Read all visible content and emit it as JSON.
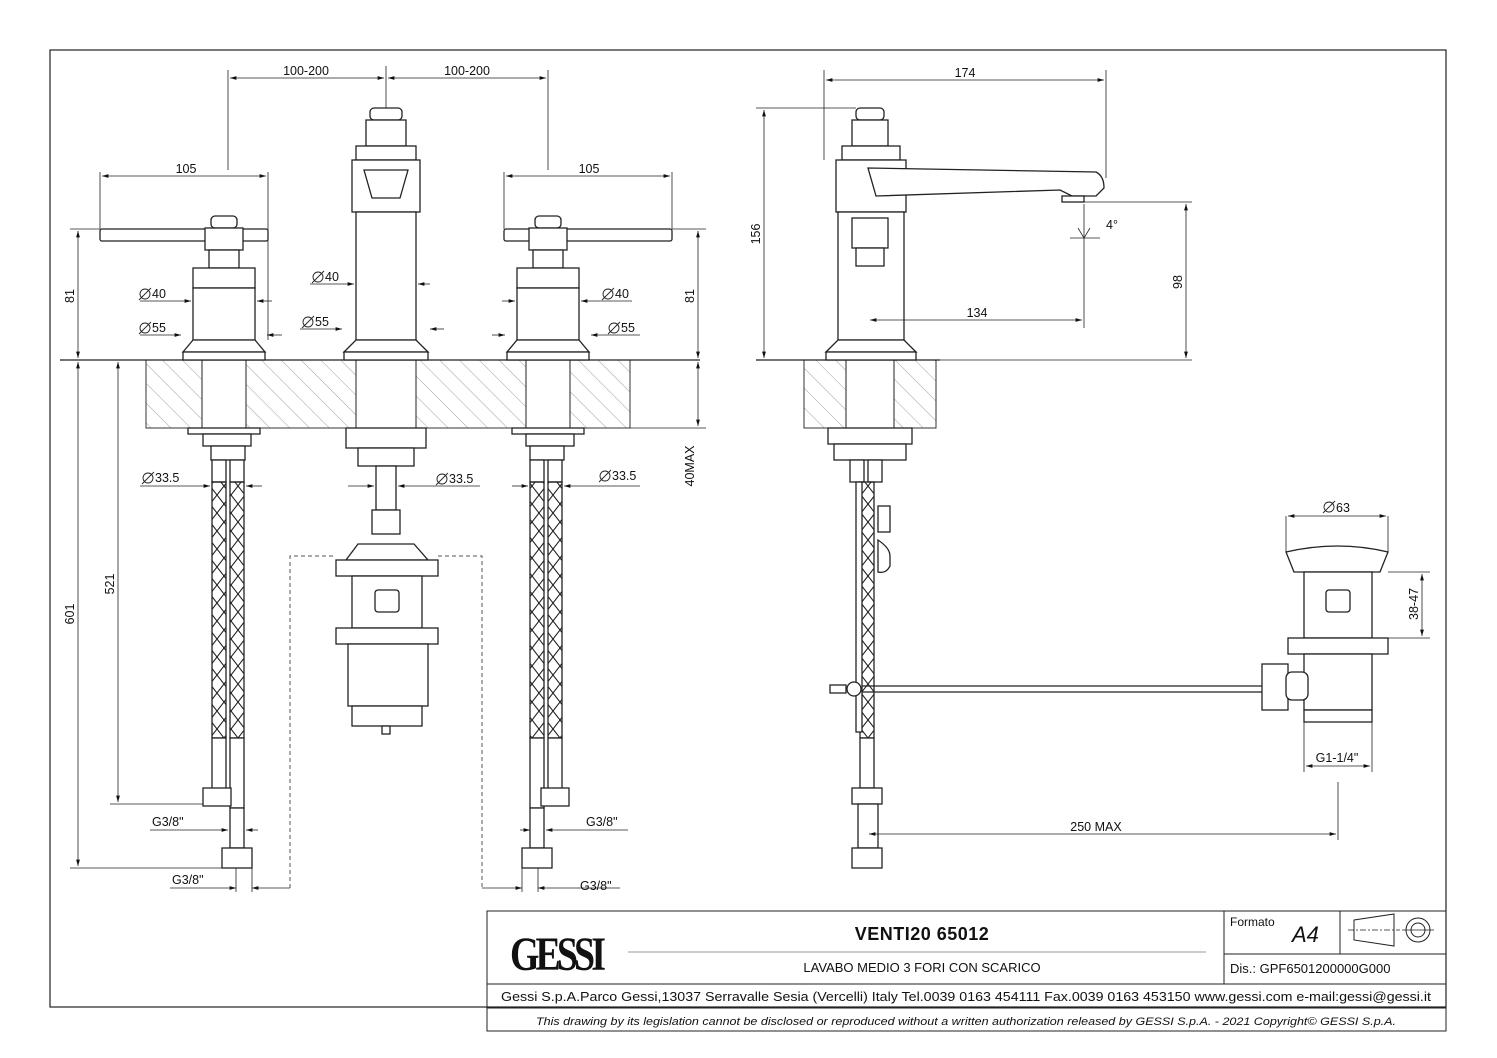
{
  "dimensions": {
    "d_100_200_left": "100-200",
    "d_100_200_right": "100-200",
    "d_105_left": "105",
    "d_105_right": "105",
    "d_174": "174",
    "d_156": "156",
    "d_81_left": "81",
    "d_81_right": "81",
    "d_98": "98",
    "d_134": "134",
    "d_4deg": "4°",
    "d_40max": "40MAX",
    "d_601": "601",
    "d_521": "521",
    "dia40_left": "40",
    "dia40_center": "40",
    "dia40_right": "40",
    "dia55_left": "55",
    "dia55_center": "55",
    "dia55_right": "55",
    "dia335_left": "33.5",
    "dia335_center": "33.5",
    "dia335_right": "33.5",
    "dia63": "63",
    "d_38_47": "38-47",
    "g38_left_upper": "G3/8\"",
    "g38_left_lower": "G3/8\"",
    "g38_right_upper": "G3/8\"",
    "g38_right_lower": "G3/8\"",
    "g114": "G1-1/4\"",
    "d_250max": "250 MAX"
  },
  "title_block": {
    "logo": "GESSI",
    "product": "VENTI20 65012",
    "description": "LAVABO MEDIO 3 FORI CON SCARICO",
    "format_label": "Formato",
    "format_value": "A4",
    "drawing_number": "Dis.: GPF6501200000G000",
    "address": "Gessi S.p.A.Parco Gessi,13037 Serravalle Sesia (Vercelli) Italy Tel.0039 0163 454111 Fax.0039 0163 453150 www.gessi.com e-mail:gessi@gessi.it",
    "legal": "This drawing by its legislation cannot be disclosed or reproduced without a written authorization released by GESSI S.p.A. - 2021 Copyright© GESSI S.p.A."
  }
}
